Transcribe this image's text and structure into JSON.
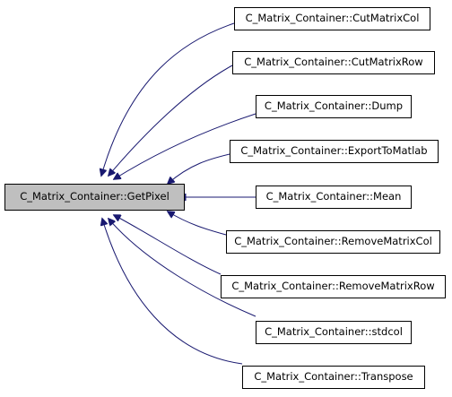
{
  "diagram": {
    "edge_color": "#191970",
    "focus_fill": "#bfbfbf",
    "focus_node": {
      "id": "getpixel",
      "label": "C_Matrix_Container::GetPixel"
    },
    "callers": [
      {
        "id": "cutmatrixcol",
        "label": "C_Matrix_Container::CutMatrixCol"
      },
      {
        "id": "cutmatrixrow",
        "label": "C_Matrix_Container::CutMatrixRow"
      },
      {
        "id": "dump",
        "label": "C_Matrix_Container::Dump"
      },
      {
        "id": "exporttomatlab",
        "label": "C_Matrix_Container::ExportToMatlab"
      },
      {
        "id": "mean",
        "label": "C_Matrix_Container::Mean"
      },
      {
        "id": "removematrixcol",
        "label": "C_Matrix_Container::RemoveMatrixCol"
      },
      {
        "id": "removematrixrow",
        "label": "C_Matrix_Container::RemoveMatrixRow"
      },
      {
        "id": "stdcol",
        "label": "C_Matrix_Container::stdcol"
      },
      {
        "id": "transpose",
        "label": "C_Matrix_Container::Transpose"
      }
    ]
  }
}
